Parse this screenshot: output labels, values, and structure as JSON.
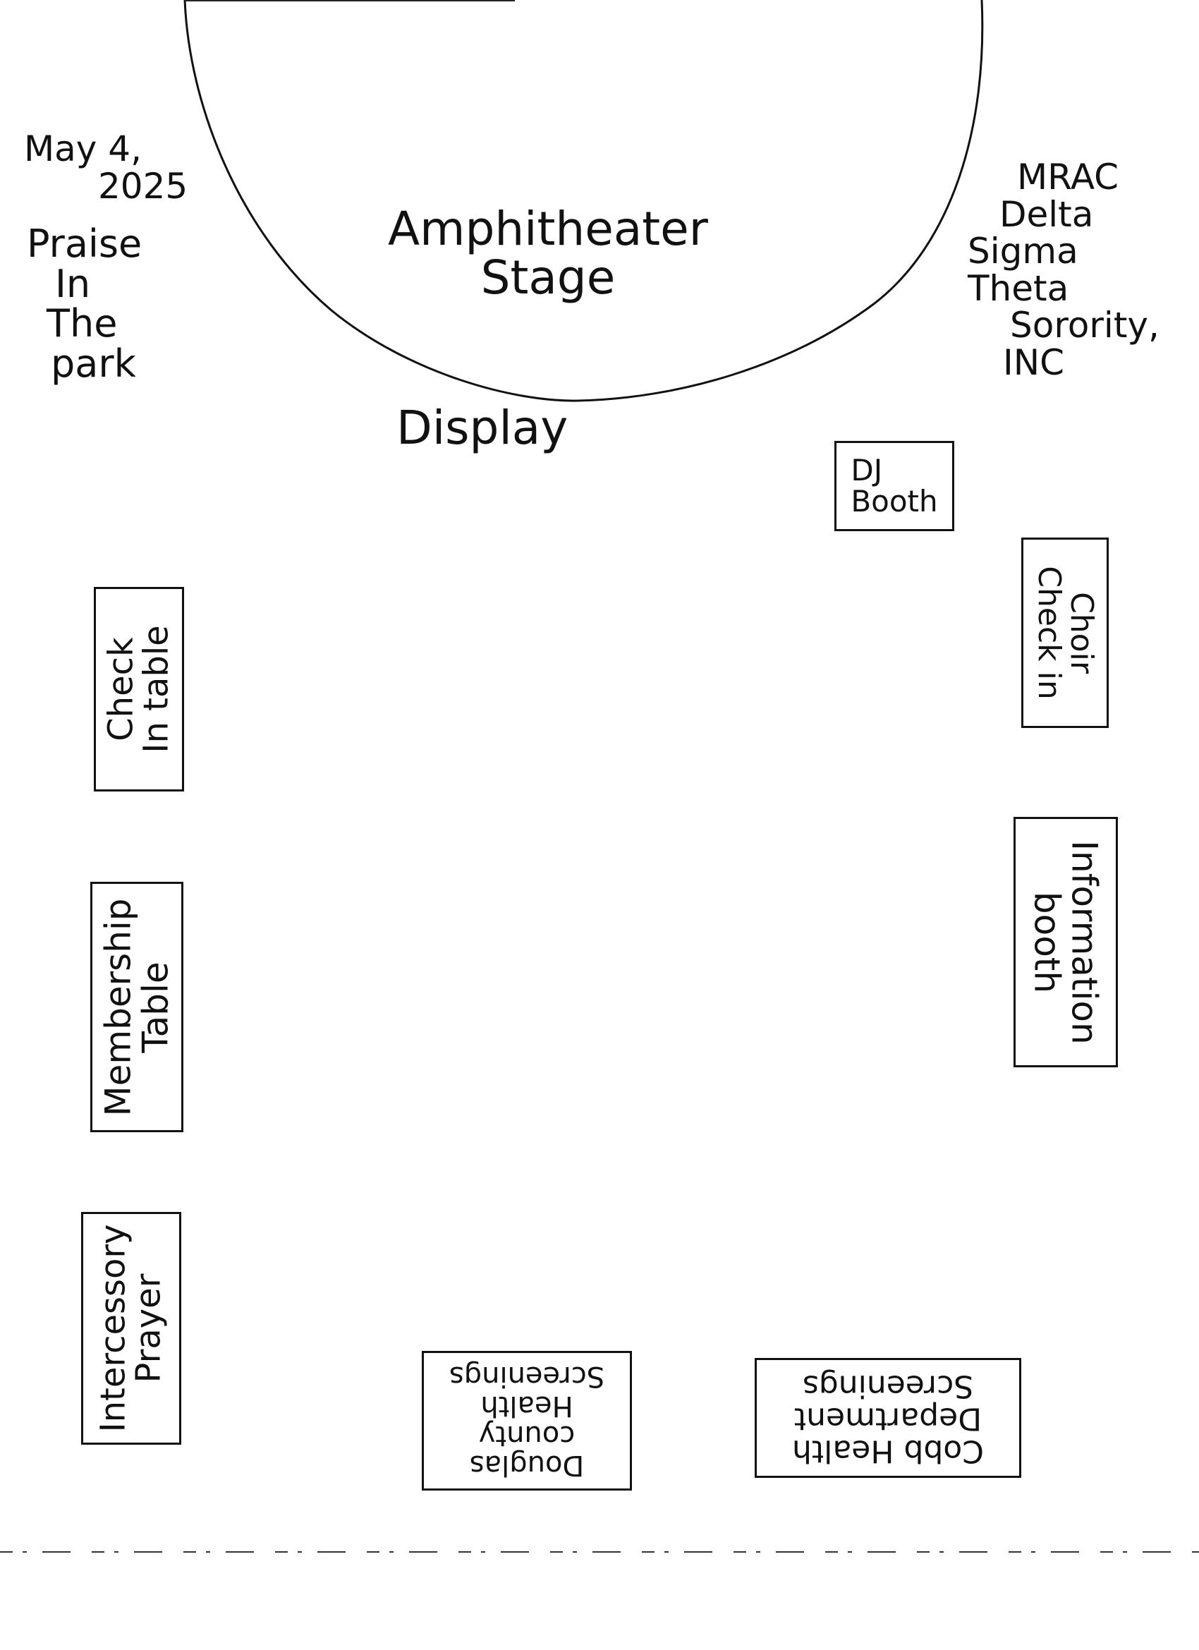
{
  "date": {
    "line1": "May 4,",
    "line2": "2025"
  },
  "event": {
    "line1": "Praise",
    "line2": "In",
    "line3": "The",
    "line4": "park"
  },
  "host": {
    "line1": "MRAC",
    "line2": "Delta",
    "line3": "Sigma",
    "line4": "Theta",
    "line5": "Sorority,",
    "line6": "INC"
  },
  "stage": {
    "line1": "Amphitheater",
    "line2": "Stage"
  },
  "display_label": "Display",
  "booths": {
    "dj": {
      "line1": "DJ",
      "line2": "Booth"
    },
    "choir": {
      "line1": "Choir",
      "line2": "Check in"
    },
    "check_in": {
      "line1": "Check",
      "line2": "In table"
    },
    "information": {
      "line1": "Information",
      "line2": "booth"
    },
    "membership": {
      "line1": "Membership",
      "line2": "Table"
    },
    "prayer": {
      "line1": "Intercessory",
      "line2": "Prayer"
    },
    "douglas": {
      "line1": "Douglas",
      "line2": "county",
      "line3": "Health",
      "line4": "Screenings"
    },
    "cobb": {
      "line1": "Cobb Health",
      "line2": "Department",
      "line3": "Screenings"
    }
  }
}
